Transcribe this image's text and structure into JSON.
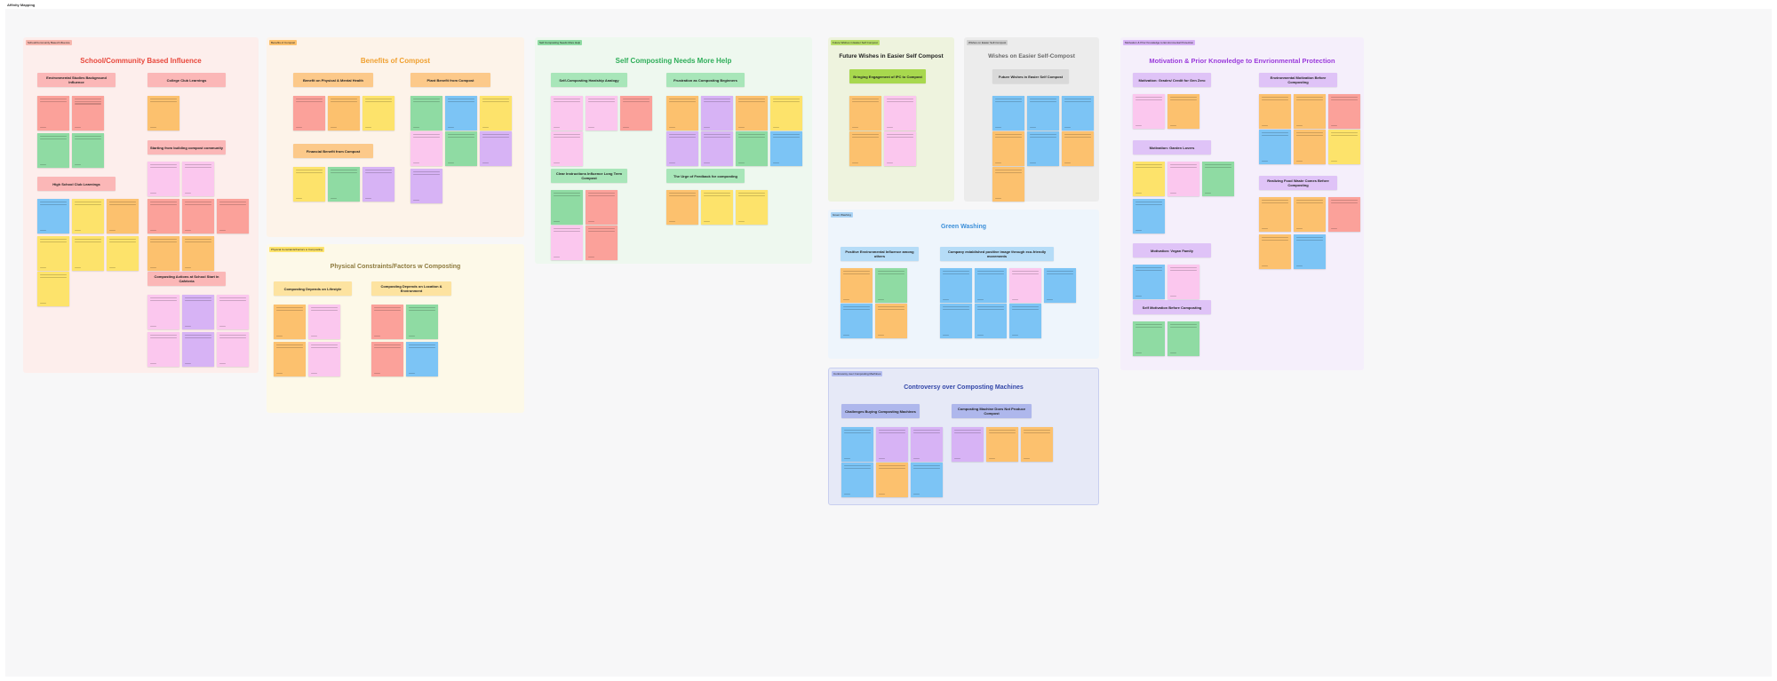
{
  "board": {
    "title": "Affinity Mapping"
  },
  "sections": [
    {
      "id": "school",
      "tag": "School/Community Based Influence",
      "title": "School/Community Based Influence",
      "title_color": "#e8473b",
      "bg": "#fdeeec",
      "tag_bg": "#f7b7ae",
      "headers": [
        "Environmental Studies Background Influence",
        "College Club Learnings",
        "High School Club Learnings",
        "Starting from building compost community",
        "Composting Actions at School Start in Cafeteria"
      ]
    },
    {
      "id": "benefits",
      "tag": "Benefits of Compost",
      "title": "Benefits of Compost",
      "title_color": "#f0a030",
      "bg": "#fdf3e9",
      "tag_bg": "#fcc16e",
      "headers": [
        "Benefit on Physical & Mental Health",
        "Plant Benefit from Compost",
        "Financial Benefit from Compost"
      ]
    },
    {
      "id": "needs",
      "tag": "Self Composting Needs More Help",
      "title": "Self Composting Needs More Help",
      "title_color": "#2fae5a",
      "bg": "#eef8ef",
      "tag_bg": "#8fdba3",
      "headers": [
        "Self-Composting Hardship Analogy",
        "Frustration as Composting Beginners",
        "Clear Instructions Influence Long Term Compost",
        "The Urge of Feedback for composting"
      ]
    },
    {
      "id": "physical",
      "tag": "Physical Constraints/Factors w Composting",
      "title": "Physical Constraints/Factors w Composting",
      "title_color": "#8d7a3e",
      "bg": "#fdf9e8",
      "tag_bg": "#fde36b",
      "headers": [
        "Composting Depends on Lifestyle",
        "Composting Depends on Location & Environment"
      ]
    },
    {
      "id": "future",
      "tag": "Future Wishes in Easier Self Compost",
      "title": "Future Wishes in Easier Self Compost",
      "title_color": "#222222",
      "bg": "#eef3de",
      "tag_bg": "#b8dd6a",
      "headers": [
        "Bringing Engagement of IPC to Compost"
      ]
    },
    {
      "id": "wishes",
      "tag": "Wishes on Easier Self-Compost",
      "title": "Wishes on Easier Self-Compost",
      "title_color": "#6a6a6a",
      "bg": "#ececec",
      "tag_bg": "#cfcfcf",
      "headers": [
        "Future Wishes in Easier Self Compost"
      ]
    },
    {
      "id": "motivation",
      "tag": "Motivation & Prior Knowledge to Environmental Protection",
      "title": "Motivation & Prior Knowledge to Envrionmental Protection",
      "title_color": "#9b3bdc",
      "bg": "#f5effb",
      "tag_bg": "#d7b3f5",
      "headers": [
        "Motivation: Grades/ Credit for Gen Zero",
        "Environmental Motivation Before Composting",
        "Motivation: Garden Lovers",
        "Realizing Food Waste Comes Before Composting",
        "Motivation: Vegan Family",
        "Self Motivation Before Composting"
      ]
    },
    {
      "id": "greenwash",
      "tag": "Green Washing",
      "title": "Green Washing",
      "title_color": "#3b8fd9",
      "bg": "#eef5fc",
      "tag_bg": "#a9d3f5",
      "headers": [
        "Positive Environmental Influence among others",
        "Company established positive image through eco-friendly movements"
      ]
    },
    {
      "id": "machines",
      "tag": "Controversy over Composting Machines",
      "title": "Controversy over Composting Machines",
      "title_color": "#3347a8",
      "bg": "#e6e9f7",
      "tag_bg": "#b4bdf0",
      "headers": [
        "Challenges Buying Composting Machines",
        "Composting Machine Does Not Produce Compost"
      ]
    }
  ],
  "colors": {
    "pink": "#fca5b1",
    "light_pink": "#fbc7ee",
    "orange": "#fcc16e",
    "yellow": "#fde36b",
    "green": "#8fdba3",
    "blue": "#7cc4f5",
    "purple": "#d7b3f5",
    "salmon": "#fba19a"
  }
}
